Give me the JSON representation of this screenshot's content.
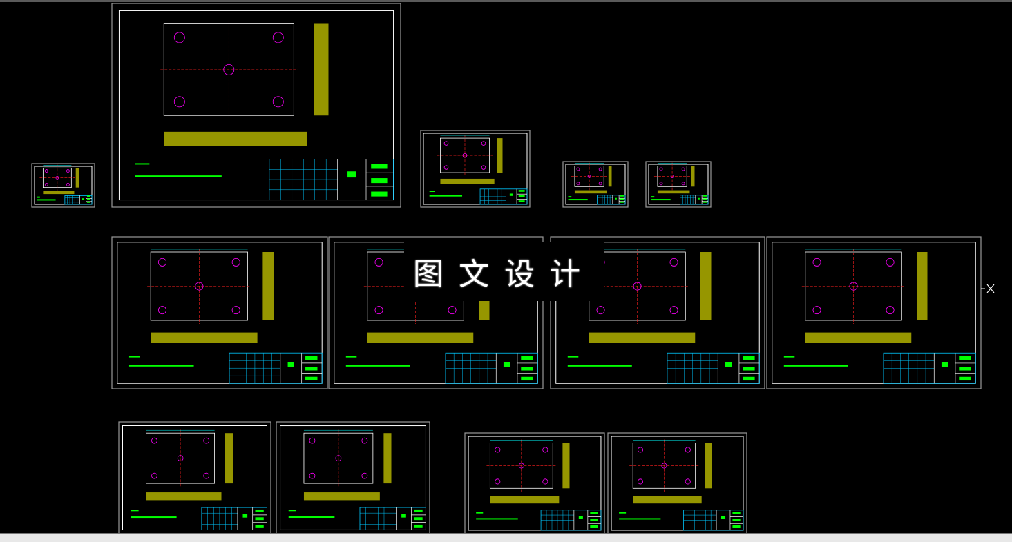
{
  "watermark": {
    "text": "图文设计"
  },
  "colors": {
    "background": "#000000",
    "sheet_border_outer": "#9a9a9a",
    "sheet_border_inner": "#ffffff",
    "title_block": "#00c8ff",
    "text_green": "#00ff00",
    "part_hatch": "#c8c800",
    "centerline": "#ff2020",
    "holes": "#ff00ff",
    "dimension": "#00ffff"
  },
  "drawing_sheets": [
    {
      "id": "assembly-detail-small"
    },
    {
      "id": "mold-assembly"
    },
    {
      "id": "ring-part"
    },
    {
      "id": "small-part-a"
    },
    {
      "id": "small-part-b"
    },
    {
      "id": "fixed-plate"
    },
    {
      "id": "support-plate"
    },
    {
      "id": "fixed-clamp-plate"
    },
    {
      "id": "moving-plate"
    },
    {
      "id": "ejector-plate"
    },
    {
      "id": "ejector-retainer"
    },
    {
      "id": "cavity-insert"
    },
    {
      "id": "core-insert"
    }
  ]
}
